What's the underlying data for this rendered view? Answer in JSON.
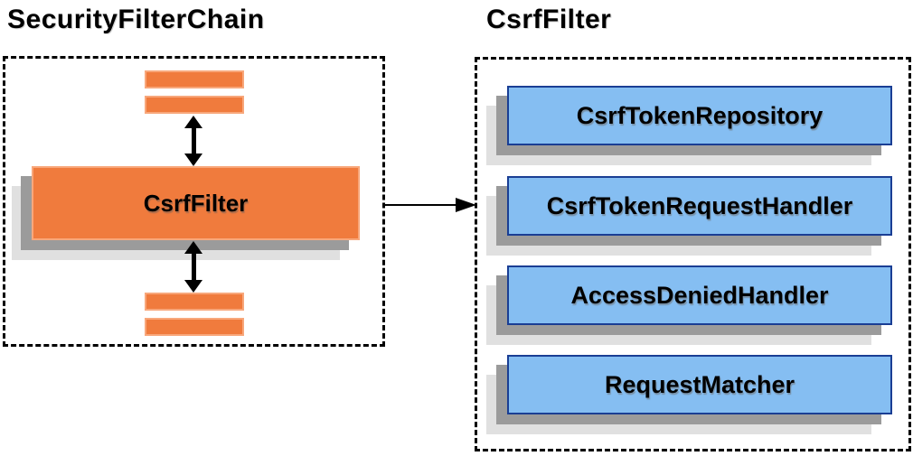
{
  "left_panel": {
    "title": "SecurityFilterChain",
    "csrf_filter_label": "CsrfFilter"
  },
  "right_panel": {
    "title": "CsrfFilter",
    "components": [
      {
        "label": "CsrfTokenRepository"
      },
      {
        "label": "CsrfTokenRequestHandler"
      },
      {
        "label": "AccessDeniedHandler"
      },
      {
        "label": "RequestMatcher"
      }
    ]
  },
  "colors": {
    "accent_orange": "#F07B3D",
    "orange_border": "#F8A77B",
    "accent_blue": "#85BEF2",
    "blue_border": "#1A3E94",
    "shadow_dark": "#9B9B9B",
    "shadow_light": "#E0E0E0",
    "line_black": "#000000"
  }
}
